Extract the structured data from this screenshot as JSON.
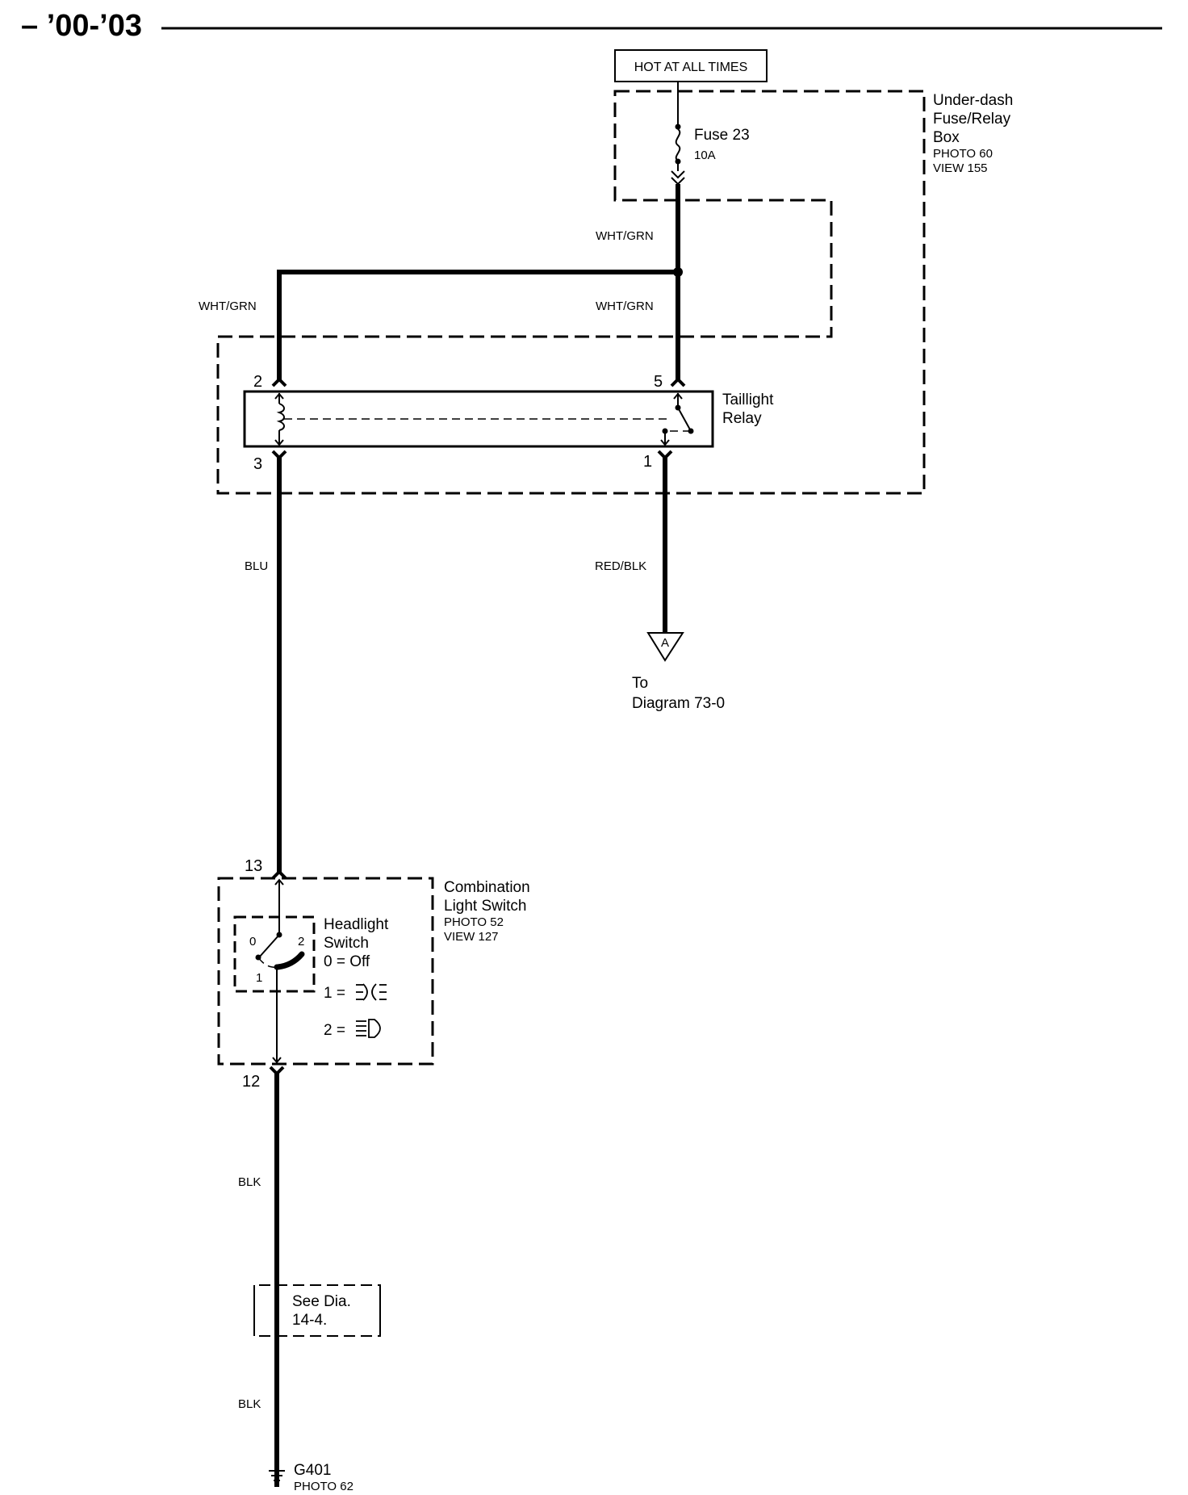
{
  "header": {
    "title": "– ’00-’03"
  },
  "power": {
    "label": "HOT AT ALL TIMES"
  },
  "fuse_box": {
    "name_line1": "Under-dash",
    "name_line2": "Fuse/Relay",
    "name_line3": "Box",
    "photo": "PHOTO 60",
    "view": "VIEW 155"
  },
  "fuse": {
    "name": "Fuse 23",
    "rating": "10A"
  },
  "wires": {
    "fuse_out": "WHT/GRN",
    "to_pin2": "WHT/GRN",
    "to_pin5": "WHT/GRN",
    "pin3_out": "BLU",
    "pin1_out": "RED/BLK",
    "switch_out": "BLK",
    "ground": "BLK"
  },
  "relay": {
    "name_line1": "Taillight",
    "name_line2": "Relay",
    "pin_2": "2",
    "pin_5": "5",
    "pin_3": "3",
    "pin_1": "1"
  },
  "connector_a": {
    "letter": "A",
    "to_line1": "To",
    "to_line2": "Diagram 73-0"
  },
  "combination_switch": {
    "name_line1": "Combination",
    "name_line2": "Light Switch",
    "photo": "PHOTO 52",
    "view": "VIEW 127",
    "pin_13": "13",
    "pin_12": "12"
  },
  "headlight_switch": {
    "name_line1": "Headlight",
    "name_line2": "Switch",
    "pos_0": "0",
    "pos_1": "1",
    "pos_2": "2",
    "legend_0": "0 = Off",
    "legend_1": "1 =",
    "legend_2": "2 ="
  },
  "see_dia": {
    "line1": "See Dia.",
    "line2": "14-4."
  },
  "ground": {
    "name": "G401",
    "photo": "PHOTO 62"
  }
}
